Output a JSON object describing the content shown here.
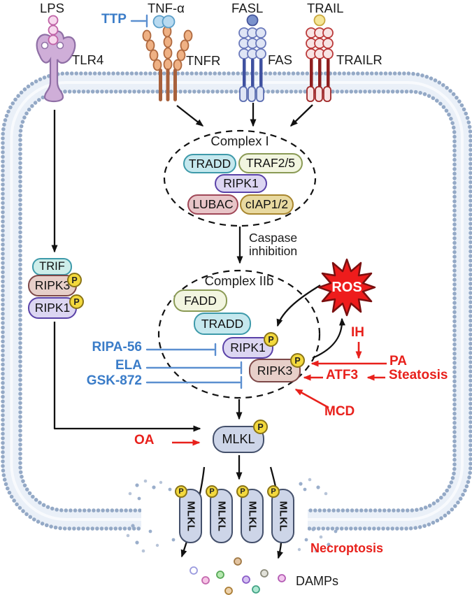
{
  "ligands": {
    "lps": "LPS",
    "tnf": "TNF-α",
    "fasl": "FASL",
    "trail": "TRAIL"
  },
  "receptors": {
    "tlr4": "TLR4",
    "tnfr": "TNFR",
    "fas": "FAS",
    "trailr": "TRAILR"
  },
  "ttp": {
    "label": "TTP"
  },
  "complex1": {
    "title": "Complex I",
    "tradd": "TRADD",
    "traf25": "TRAF2/5",
    "ripk1": "RIPK1",
    "lubac": "LUBAC",
    "ciap12": "cIAP1/2"
  },
  "caspase": {
    "line1": "Caspase",
    "line2": "inhibition"
  },
  "complex2b": {
    "title": "Complex IIb",
    "fadd": "FADD",
    "tradd": "TRADD",
    "ripk1": "RIPK1",
    "ripk3": "RIPK3"
  },
  "left_complex": {
    "trif": "TRIF",
    "ripk3": "RIPK3",
    "ripk1": "RIPK1"
  },
  "inhibitors": {
    "ripa56": "RIPA-56",
    "ela": "ELA",
    "gsk872": "GSK-872"
  },
  "regulators": {
    "ros": "ROS",
    "ih": "IH",
    "pa": "PA",
    "atf3": "ATF3",
    "steatosis": "Steatosis",
    "mcd": "MCD",
    "oa": "OA"
  },
  "effector": {
    "mlkl": "MLKL"
  },
  "phospho": "P",
  "outcome": {
    "necroptosis": "Necroptosis",
    "damps": "DAMPs"
  },
  "colors": {
    "red": "#e8211c",
    "blue": "#3a7cc8",
    "membrane_dot": "#94a9c6",
    "phospho_fill": "#f3d93d",
    "ros_fill": "#ee1c1c"
  }
}
